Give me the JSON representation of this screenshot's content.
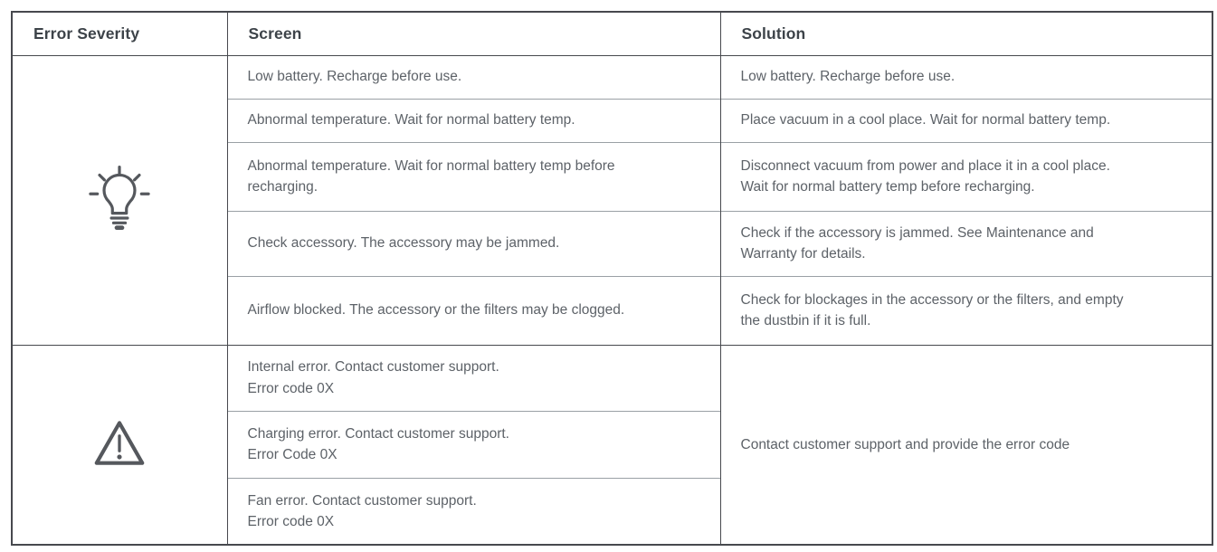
{
  "table": {
    "headers": {
      "severity": "Error Severity",
      "screen": "Screen",
      "solution": "Solution"
    },
    "groups": [
      {
        "icon": "light-bulb-icon",
        "rows": [
          {
            "screen": "Low battery. Recharge before use.",
            "solution": "Low battery. Recharge before use."
          },
          {
            "screen": "Abnormal temperature. Wait for normal battery temp.",
            "solution": "Place vacuum in a cool place. Wait for normal battery temp."
          },
          {
            "screen": "Abnormal temperature. Wait for normal battery temp before\nrecharging.",
            "solution": "Disconnect vacuum from power and place it in a cool place.\nWait for normal battery temp before recharging."
          },
          {
            "screen": "Check accessory. The accessory may be jammed.",
            "solution": "Check if the accessory is jammed. See Maintenance and\nWarranty for details."
          },
          {
            "screen": "Airflow blocked. The accessory or the filters may be clogged.",
            "solution": "Check for blockages in the accessory or the filters, and empty\nthe dustbin if it is full."
          }
        ]
      },
      {
        "icon": "warning-triangle-icon",
        "rows": [
          {
            "screen": "Internal error. Contact customer support.\nError code 0X"
          },
          {
            "screen": "Charging error. Contact customer support.\nError Code 0X"
          },
          {
            "screen": "Fan error. Contact customer support.\nError code 0X"
          }
        ],
        "solution": "Contact customer support and provide the error code"
      }
    ]
  },
  "colors": {
    "border_dark": "#47494e",
    "border_light": "#9aa0a5",
    "header_text": "#3d4349",
    "body_text": "#5d6268",
    "icon_stroke": "#55585d"
  }
}
